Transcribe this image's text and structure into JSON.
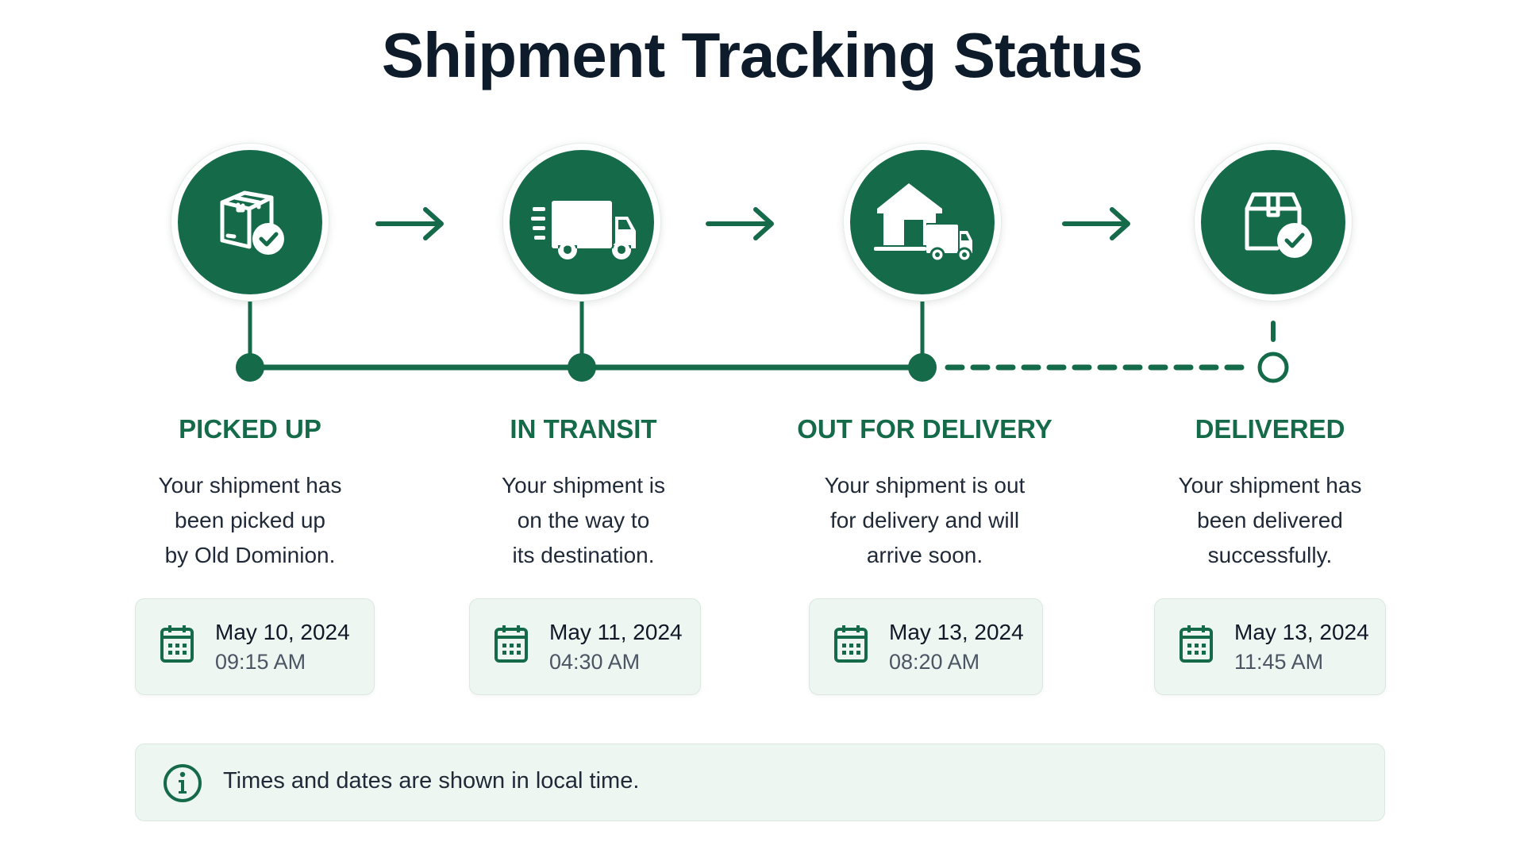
{
  "title": "Shipment Tracking Status",
  "colors": {
    "accent": "#156b49",
    "card_bg": "#eef6f1",
    "title": "#0d1b2a"
  },
  "steps": [
    {
      "icon": "package-check-icon",
      "label": "PICKED UP",
      "description": [
        "Your shipment has",
        "been picked up",
        "by Old Dominion."
      ],
      "date": "May 10, 2024",
      "time": "09:15 AM",
      "status": "completed"
    },
    {
      "icon": "truck-moving-icon",
      "label": "IN TRANSIT",
      "description": [
        "Your shipment is",
        "on the way to",
        "its destination."
      ],
      "date": "May 11, 2024",
      "time": "04:30 AM",
      "status": "completed"
    },
    {
      "icon": "house-truck-icon",
      "label": "OUT FOR DELIVERY",
      "description": [
        "Your shipment is out",
        "for delivery and will",
        "arrive soon."
      ],
      "date": "May 13, 2024",
      "time": "08:20 AM",
      "status": "current"
    },
    {
      "icon": "box-delivered-icon",
      "label": "DELIVERED",
      "description": [
        "Your shipment has",
        "been delivered",
        "successfully."
      ],
      "date": "May 13, 2024",
      "time": "11:45 AM",
      "status": "pending"
    }
  ],
  "info": {
    "icon": "info-icon",
    "text": "Times and dates are shown in local time."
  }
}
